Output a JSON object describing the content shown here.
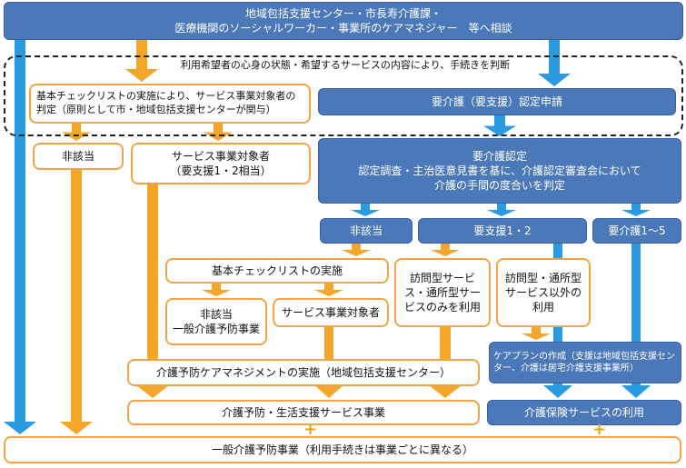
{
  "top_box": "地域包括支援センター・市長寿介護課・\n医療機関のソーシャルワーカー・事業所のケアマネジャー　等へ相談",
  "dashed_label": "利用希望者の心身の状態・希望するサービスの内容により、手続きを判断",
  "checklist_box": "基本チェックリストの実施により、サービス事業対象者の判定（原則として市・地域包括支援センターが関与）",
  "application_box": "要介護（要支援）認定申請",
  "not_applicable_1": "非該当",
  "service_target_1": "サービス事業対象者\n（要支援1・2相当）",
  "certification_box": {
    "title": "要介護認定",
    "body": "認定調査・主治医意見書を基に、介護認定審査会において\n介護の手間の度合いを判定"
  },
  "result_not_applicable": "非該当",
  "result_support_1_2": "要支援1・2",
  "result_care_1_5": "要介護1～5",
  "checklist_2": "基本チェックリストの実施",
  "not_applicable_2": "非該当\n一般介護予防事業",
  "service_target_2": "サービス事業対象者",
  "visiting_only": "訪問型サービス・通所型サービスのみを利用",
  "other_than_visiting": "訪問型・通所型サービス以外の利用",
  "care_plan": "ケアプランの作成（支援は地域包括支援センター、介護は居宅介護支援事業所）",
  "prevention_care_mgmt": "介護予防ケアマネジメントの実施（地域包括支援センター）",
  "prevention_services": "介護予防・生活支援サービス事業",
  "insurance_services": "介護保険サービスの利用",
  "general_prevention": "一般介護予防事業（利用手続きは事業ごとに異なる）",
  "plus_sign": "+",
  "colors": {
    "blue_box": "#4a78b8",
    "orange_border": "#f0a44a",
    "orange_arrow": "#f4a62a",
    "blue_arrow": "#2a9be0"
  }
}
